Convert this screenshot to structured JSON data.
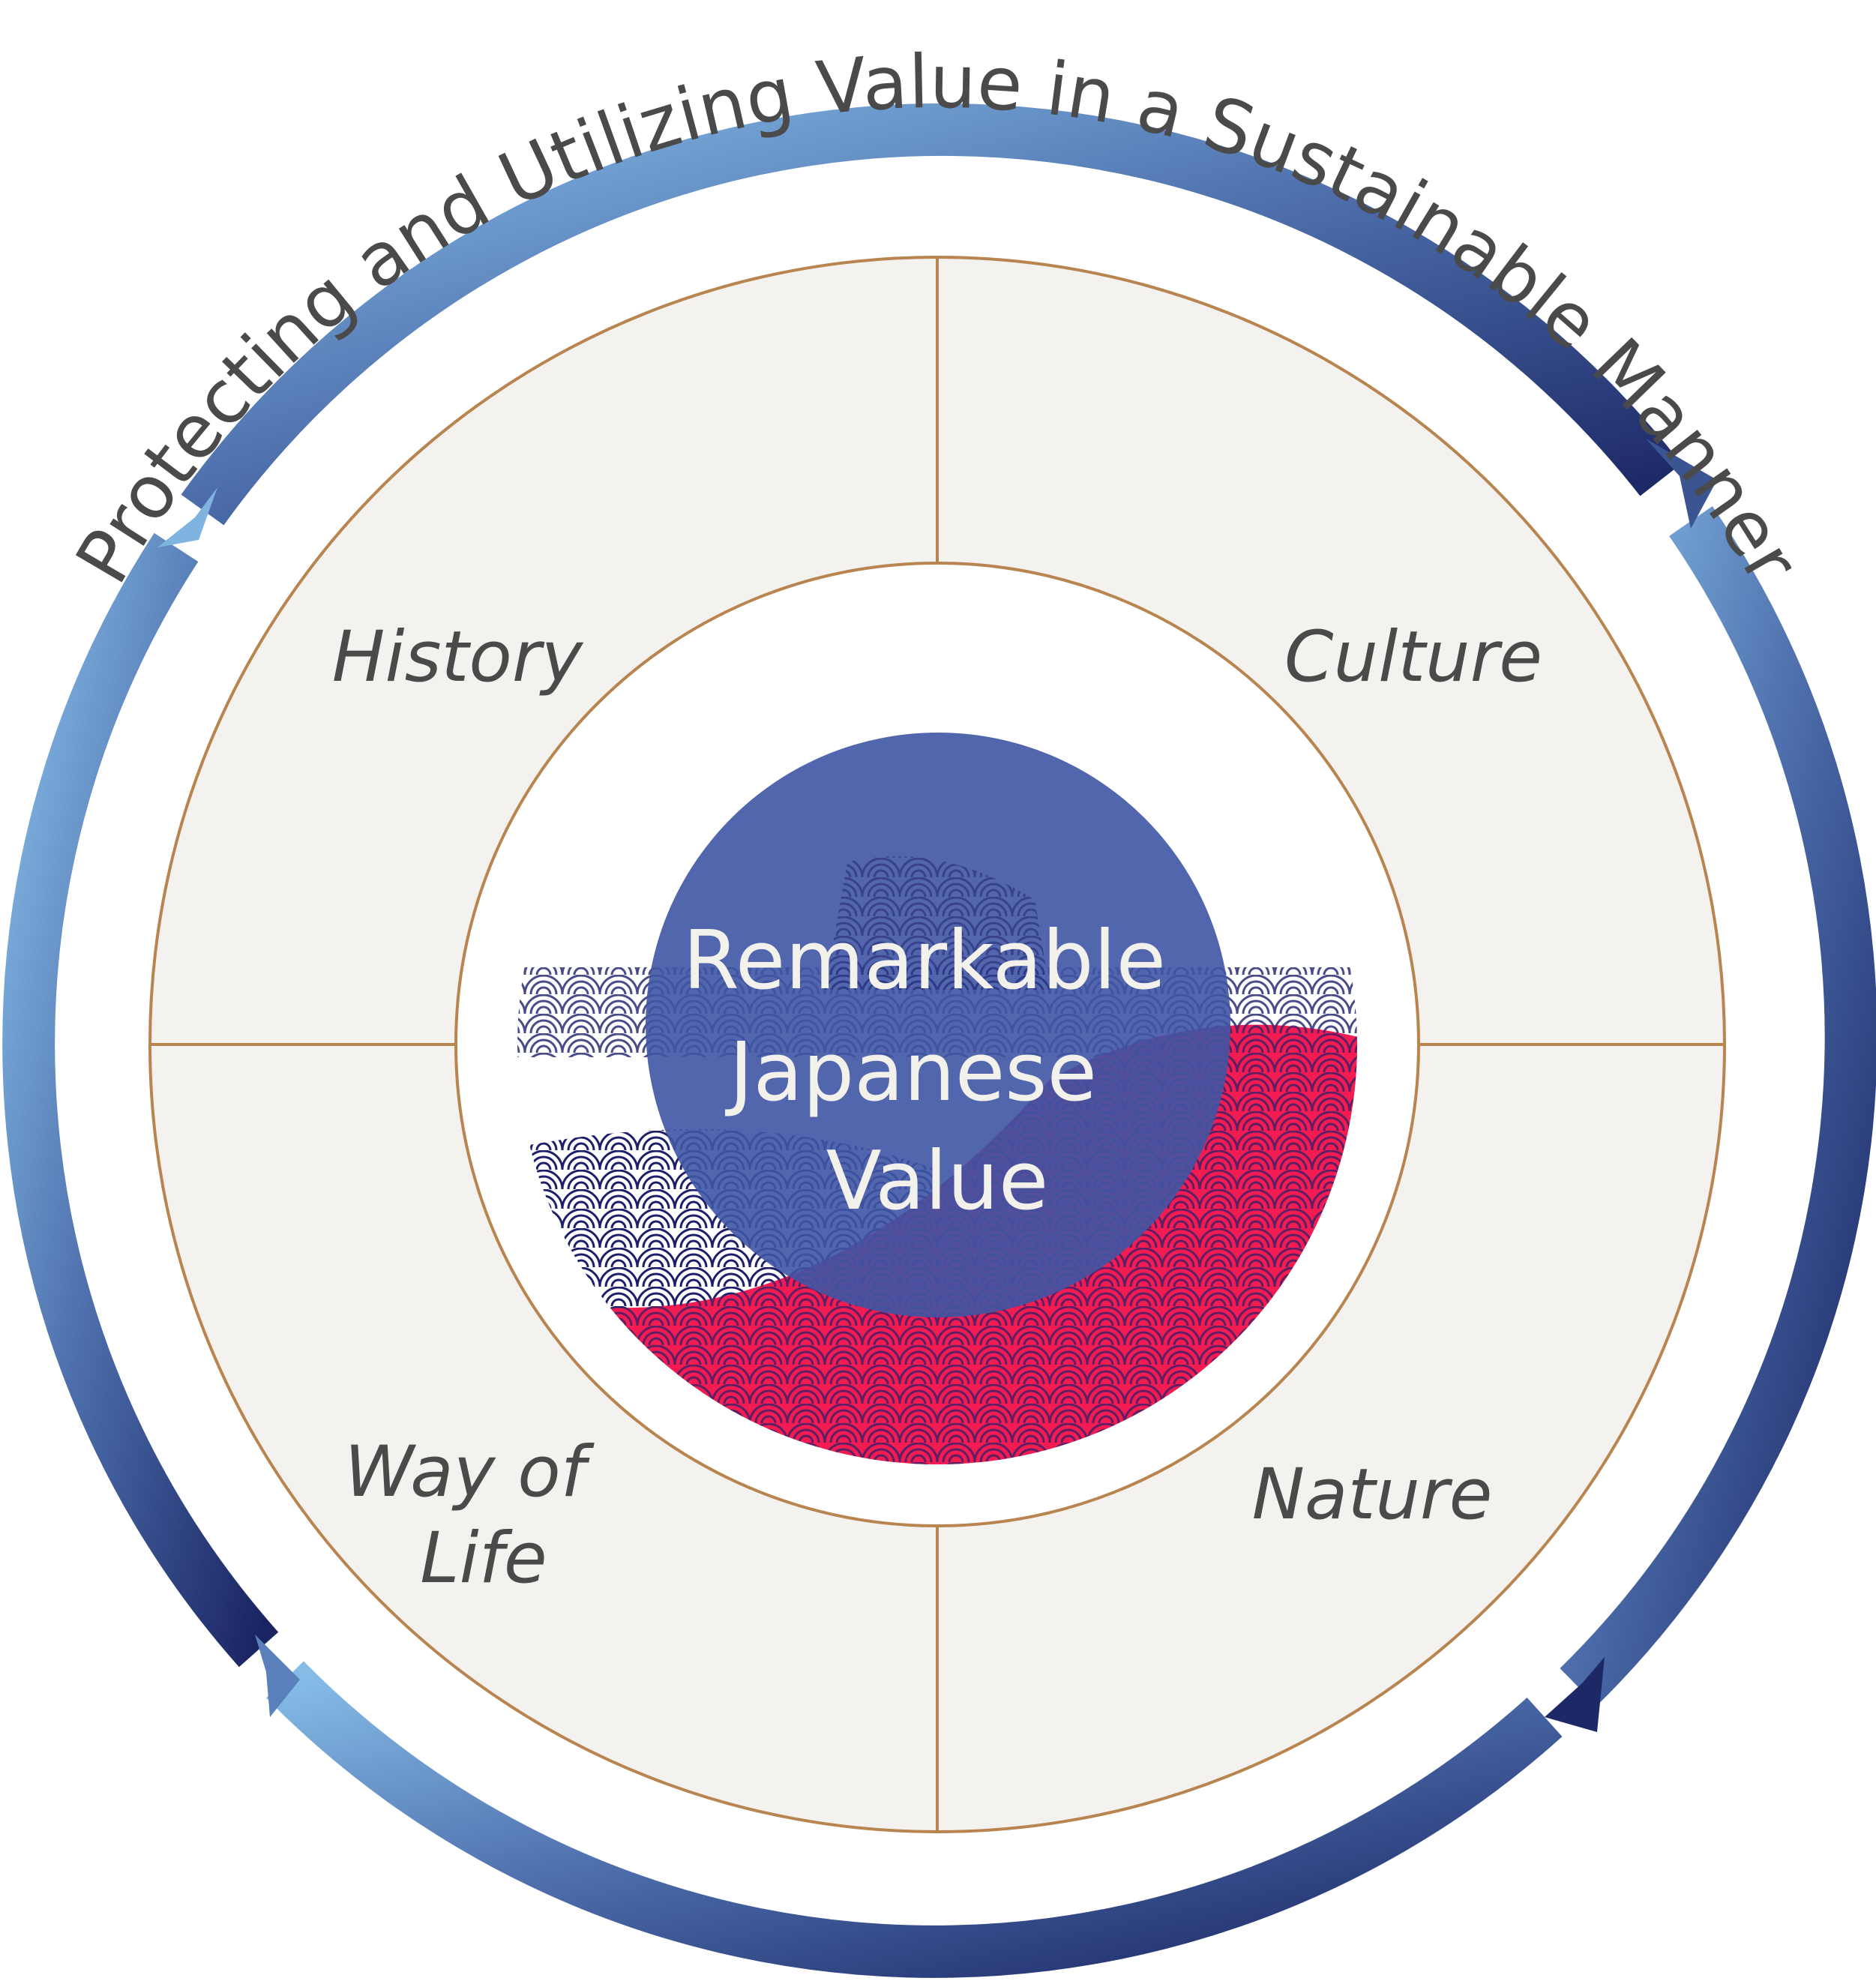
{
  "title": "Protecting and Utilizing Value in a Sustainable Manner",
  "center": {
    "lines": [
      "Remarkable",
      "Japanese",
      "Value"
    ]
  },
  "quadrants": {
    "top_left": "History",
    "top_right": "Culture",
    "bottom_left": [
      "Way of",
      "Life"
    ],
    "bottom_right": "Nature"
  },
  "colors": {
    "ring_light": "#82b7e3",
    "ring_dark": "#1c2766",
    "beige": "#f3f2ee",
    "border": "#b8844f",
    "blue_circle": "#3f55a4",
    "red": "#f21b52",
    "text": "#4a4a4a"
  }
}
